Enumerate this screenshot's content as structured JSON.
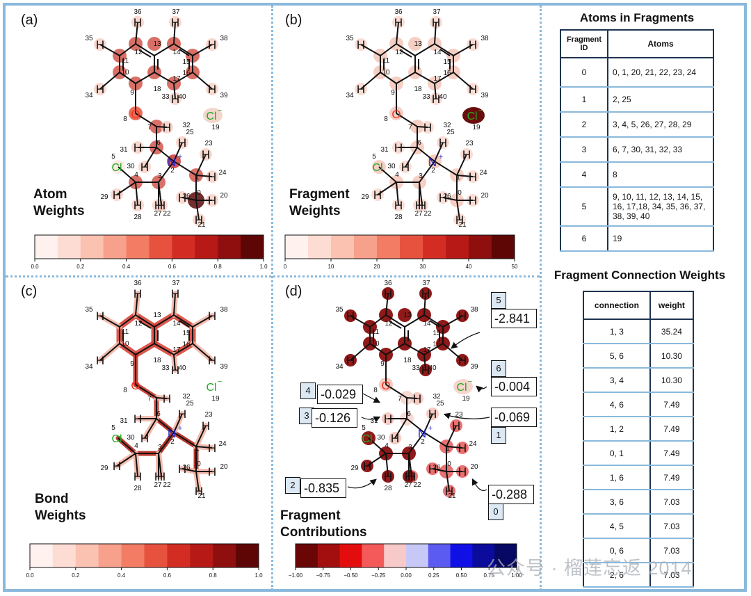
{
  "panels": {
    "a": {
      "letter": "(a)",
      "title_line1": "Atom",
      "title_line2": "Weights",
      "colorbar": {
        "ticks": [
          "0.0",
          "0.2",
          "0.4",
          "0.6",
          "0.8",
          "1.0"
        ]
      }
    },
    "b": {
      "letter": "(b)",
      "title_line1": "Fragment",
      "title_line2": "Weights",
      "colorbar": {
        "ticks": [
          "0",
          "10",
          "20",
          "30",
          "40",
          "50"
        ]
      }
    },
    "c": {
      "letter": "(c)",
      "title_line1": "Bond",
      "title_line2": "Weights",
      "colorbar": {
        "ticks": [
          "0.0",
          "0.2",
          "0.4",
          "0.6",
          "0.8",
          "1.0"
        ]
      }
    },
    "d": {
      "letter": "(d)",
      "title_line1": "Fragment",
      "title_line2": "Contributions",
      "colorbar": {
        "ticks": [
          "−1.00",
          "−0.75",
          "−0.50",
          "−0.25",
          "0.00",
          "0.25",
          "0.50",
          "0.75",
          "1.00"
        ]
      },
      "callouts": [
        {
          "id": "5",
          "value": "-2.841"
        },
        {
          "id": "6",
          "value": "-0.004"
        },
        {
          "id": "4",
          "value": "-0.029"
        },
        {
          "id": "3",
          "value": "-0.126"
        },
        {
          "id": "1",
          "value": "-0.069"
        },
        {
          "id": "2",
          "value": "-0.835"
        },
        {
          "id": "0",
          "value": "-0.288"
        }
      ]
    }
  },
  "molecule": {
    "chlorine_label": "Cl",
    "chloride_label": "Cl",
    "nitrogen_label": "N",
    "oxygen_label": "O",
    "hydrogen_label": "H",
    "plus_sign": "+",
    "minus_sign": "−",
    "numbers": [
      "0",
      "1",
      "2",
      "3",
      "4",
      "5",
      "6",
      "7",
      "8",
      "9",
      "10",
      "11",
      "12",
      "13",
      "14",
      "15",
      "16",
      "17",
      "18",
      "19",
      "20",
      "21",
      "22",
      "23",
      "24",
      "25",
      "26",
      "27",
      "28",
      "29",
      "30",
      "31",
      "32",
      "33",
      "34",
      "35",
      "36",
      "37",
      "38",
      "39",
      "40"
    ]
  },
  "atoms_table": {
    "title": "Atoms in Fragments",
    "headers": [
      "Fragment ID",
      "Atoms"
    ],
    "rows": [
      [
        "0",
        "0, 1, 20, 21, 22, 23, 24"
      ],
      [
        "1",
        "2, 25"
      ],
      [
        "2",
        "3, 4, 5, 26, 27, 28, 29"
      ],
      [
        "3",
        "6, 7, 30, 31, 32, 33"
      ],
      [
        "4",
        "8"
      ],
      [
        "5",
        "9, 10, 11, 12, 13, 14, 15, 16, 17,18, 34, 35, 36, 37, 38, 39, 40"
      ],
      [
        "6",
        "19"
      ]
    ]
  },
  "connection_table": {
    "title": "Fragment Connection Weights",
    "headers": [
      "connection",
      "weight"
    ],
    "rows": [
      [
        "1, 3",
        "35.24"
      ],
      [
        "5, 6",
        "10.30"
      ],
      [
        "3, 4",
        "10.30"
      ],
      [
        "4, 6",
        "7.49"
      ],
      [
        "1, 2",
        "7.49"
      ],
      [
        "0, 1",
        "7.49"
      ],
      [
        "1, 6",
        "7.49"
      ],
      [
        "3, 6",
        "7.03"
      ],
      [
        "4, 5",
        "7.03"
      ],
      [
        "0, 6",
        "7.03"
      ],
      [
        "2, 6",
        "7.03"
      ]
    ]
  },
  "watermark": "公众号 · 榴莲忘返 2014",
  "colors": {
    "frame": "#8ab9dc",
    "table_border": "#1e3350",
    "nitrogen": "#2222cc",
    "chlorine": "#22aa22",
    "oxygen": "#ee3322",
    "callout_id_bg": "#dce8f4"
  }
}
